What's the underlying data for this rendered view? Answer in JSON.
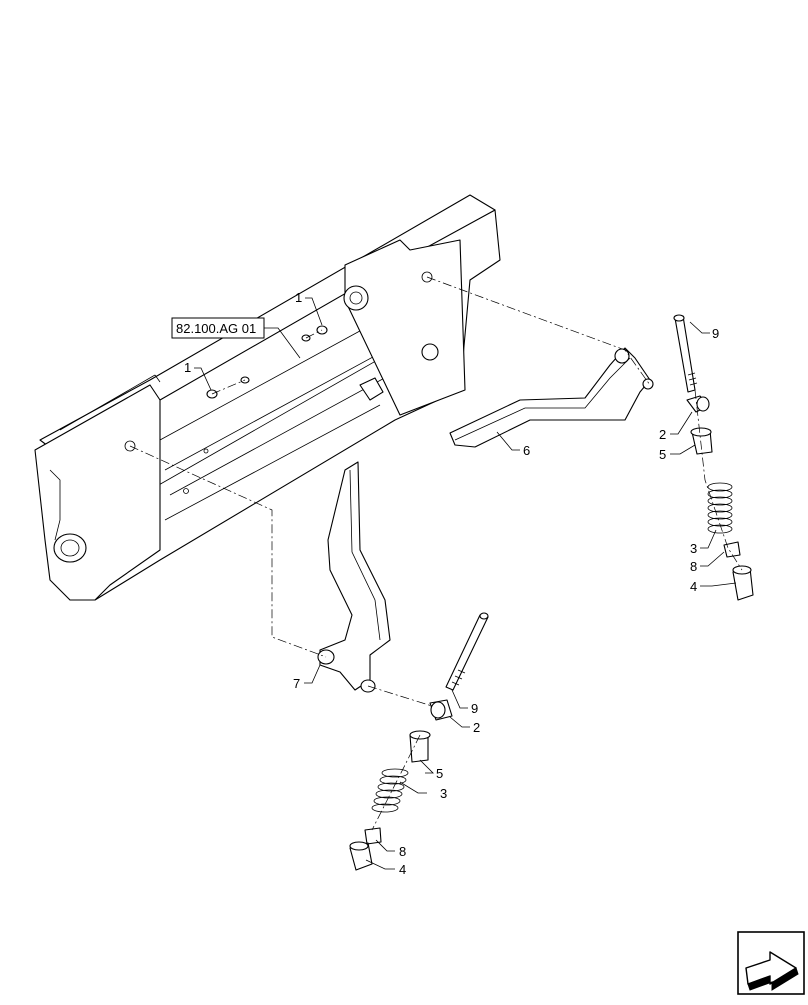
{
  "reference_label": "82.100.AG 01",
  "callouts": {
    "frame_left_1": "1",
    "frame_right_1": "1",
    "lever6_label": "6",
    "lever7_label": "7",
    "r_pin_9": "9",
    "r_roller_2": "2",
    "r_bushing_5": "5",
    "r_spring_3": "3",
    "r_spacer_8": "8",
    "r_bolt_4": "4",
    "b_pin_9": "9",
    "b_roller_2": "2",
    "b_bushing_5": "5",
    "b_spring_3": "3",
    "b_spacer_8": "8",
    "b_bolt_4": "4"
  },
  "nav_icon": "next-page-arrow-icon"
}
